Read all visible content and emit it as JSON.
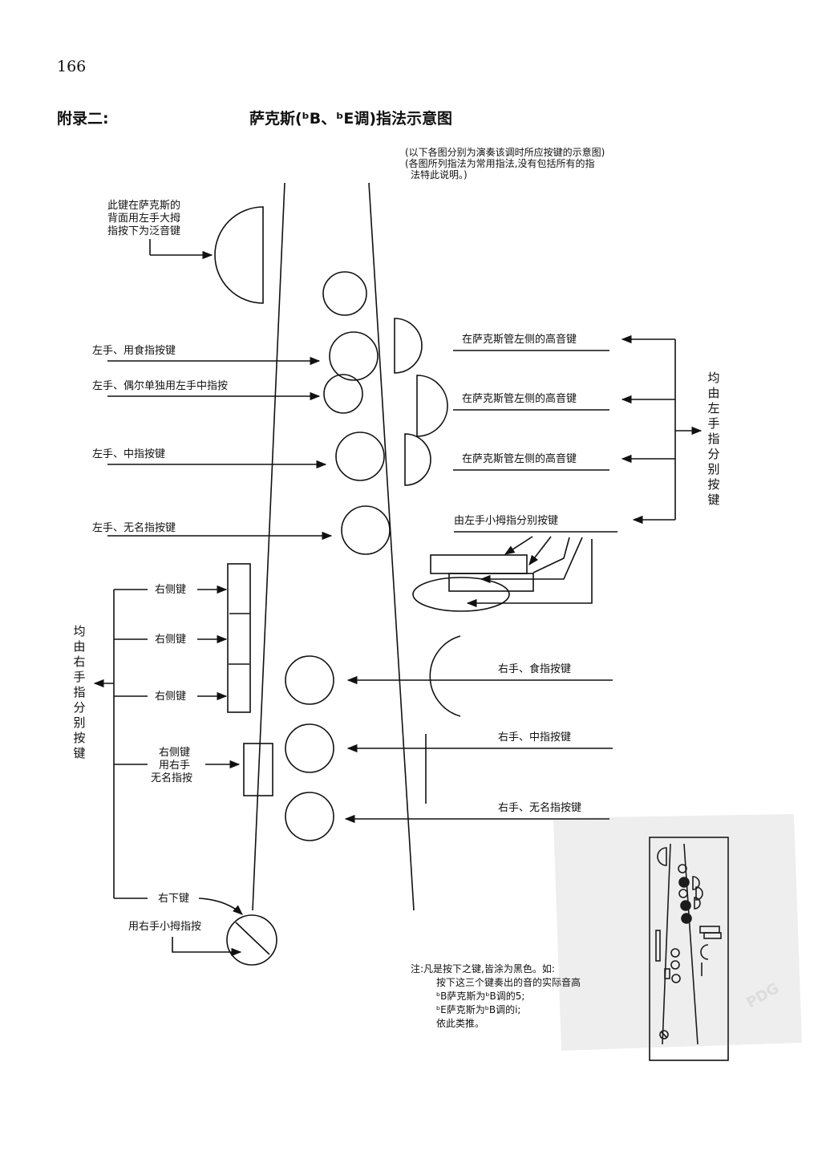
{
  "page_number": "166",
  "appendix_label": "附录二:",
  "title": "萨克斯(ᵇB、ᵇE调)指法示意图",
  "intro_line1": "(以下各图分别为演奏该调时所应按键的示意图)",
  "intro_line2": "(各图所列指法为常用指法,没有包括所有的指",
  "intro_line3": "法特此说明。)",
  "octave_key_note_line1": "此键在萨克斯的",
  "octave_key_note_line2": "背面用左手大拇",
  "octave_key_note_line3": "指按下为泛音键",
  "left_labels": {
    "index": "左手、用食指按键",
    "middle_occasional": "左手、偶尔单独用左手中指按",
    "middle": "左手、中指按键",
    "ring": "左手、无名指按键"
  },
  "high_key_labels": [
    "在萨克斯管左侧的高音键",
    "在萨克斯管左侧的高音键",
    "在萨克斯管左侧的高音键"
  ],
  "left_thumb_label": "均由左手指分别按键",
  "pinky_label": "由左手小拇指分别按键",
  "right_side_labels": [
    "右侧键",
    "右侧键",
    "右侧键"
  ],
  "right_side_ring_line1": "右侧键",
  "right_side_ring_line2": "用右手",
  "right_side_ring_line3": "无名指按",
  "right_group_label": "均由右手指分别按键",
  "right_hand_labels": {
    "index": "右手、食指按键",
    "middle": "右手、中指按键",
    "ring": "右手、无名指按键"
  },
  "bottom_key_label": "右下键",
  "bottom_key_pinky": "用右手小拇指按",
  "note": {
    "line1": "注:凡是按下之键,皆涂为黑色。如:",
    "line2": "按下这三个键奏出的音的实际音高",
    "line3": "ᵇB萨克斯为ᵇB调的5;",
    "line4": "ᵇE萨克斯为ᵇB调的i;",
    "line5": "依此类推。"
  },
  "watermark": "PDG"
}
